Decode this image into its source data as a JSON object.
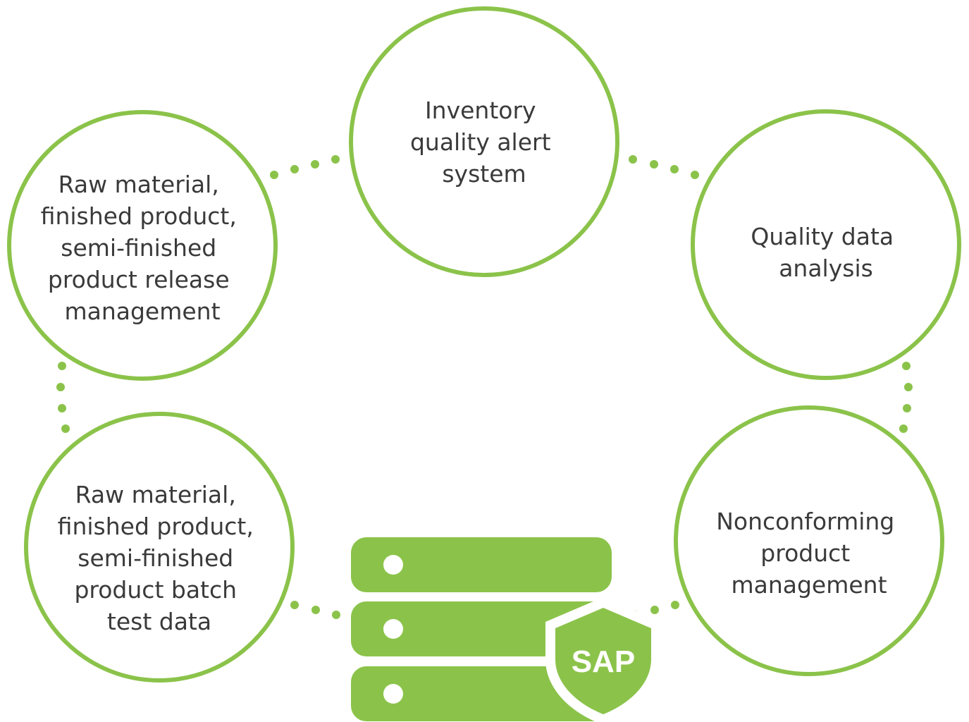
{
  "colors": {
    "accent": "#8bc34a",
    "text": "#3a3a3a",
    "background": "#ffffff"
  },
  "nodes": [
    {
      "id": "inventory-quality-alert",
      "lines": [
        "Inventory",
        "quality alert",
        "system"
      ]
    },
    {
      "id": "quality-data-analysis",
      "lines": [
        "Quality data",
        "analysis"
      ]
    },
    {
      "id": "nonconforming-product",
      "lines": [
        "Nonconforming",
        "product",
        "management"
      ]
    },
    {
      "id": "batch-test-data",
      "lines": [
        "Raw material,",
        "finished product,",
        "semi-finished",
        "product batch",
        "test data"
      ]
    },
    {
      "id": "release-management",
      "lines": [
        "Raw material,",
        "finished product,",
        "semi-finished",
        "product release",
        "management"
      ]
    }
  ],
  "center": {
    "icon": "database-server-icon",
    "badge_icon": "shield-icon",
    "badge_label": "SAP"
  }
}
